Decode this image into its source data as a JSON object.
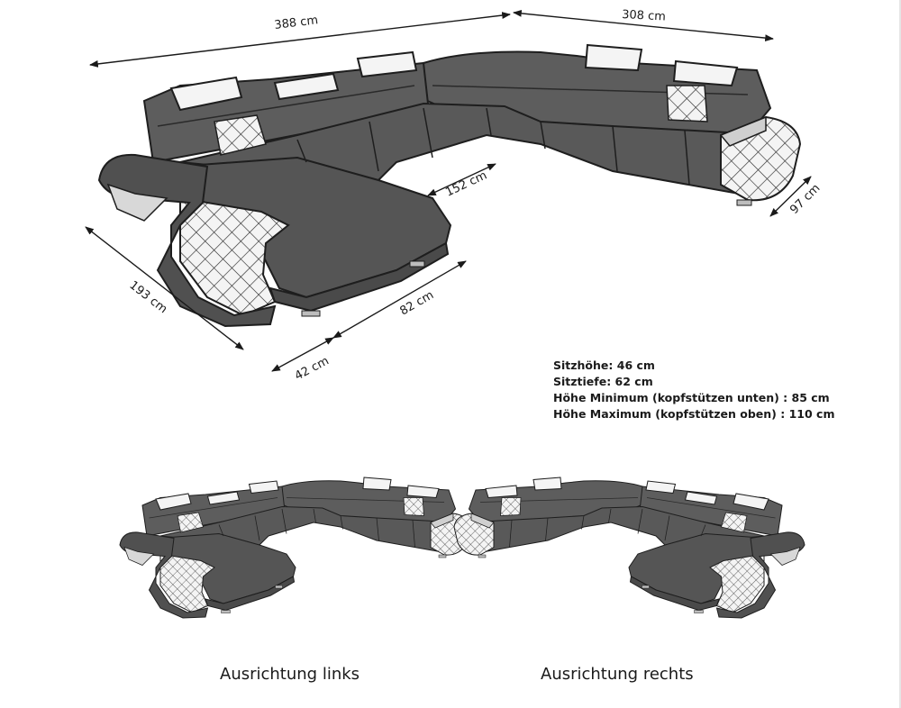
{
  "dimensions": {
    "width_left": "388 cm",
    "width_right": "308 cm",
    "inner": "152 cm",
    "depth_right": "97 cm",
    "depth_left": "193 cm",
    "chaise": "82 cm",
    "foot": "42 cm"
  },
  "specs": [
    "Sitzhöhe: 46 cm",
    "Sitztiefe: 62 cm",
    "Höhe Minimum (kopfstützen unten) : 85 cm",
    "Höhe Maximum (kopfstützen oben) : 110 cm"
  ],
  "captions": {
    "left": "Ausrichtung links",
    "right": "Ausrichtung rechts"
  },
  "colors": {
    "upholstery": "#5a5a5a",
    "outline": "#1e1e1e",
    "accent": "#f2f2f2"
  }
}
